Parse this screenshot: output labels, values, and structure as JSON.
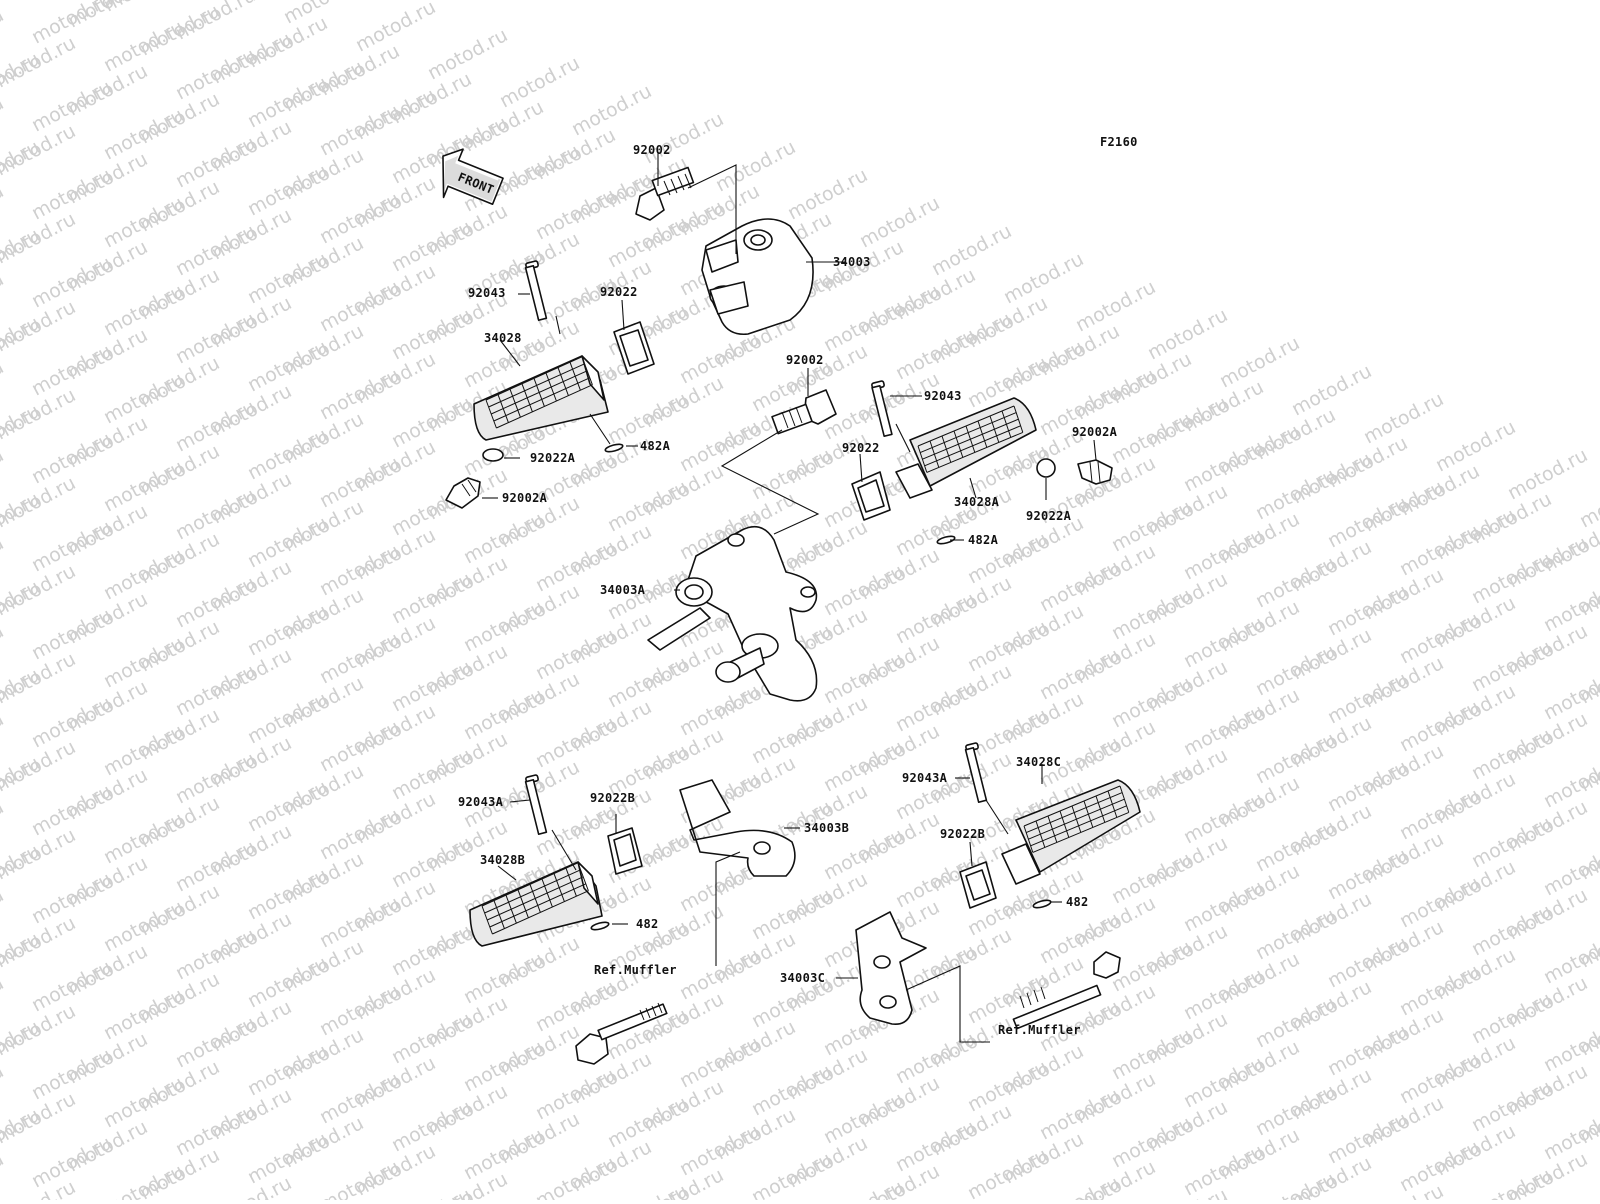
{
  "diagram": {
    "code": "F2160",
    "front_arrow_text": "FRONT",
    "watermark_text": "motod.ru",
    "parts": {
      "bolt_top": "92002",
      "bracket_front": "34003",
      "pin_front_l": "92043",
      "plate_front_l": "92022",
      "peg_front_l": "34028",
      "pinclip_front_l": "482A",
      "washer_front_l": "92022A",
      "bolt_small_l": "92002A",
      "bolt_mid": "92002",
      "pin_front_r": "92043",
      "plate_front_r": "92022",
      "bolt_small_r": "92002A",
      "peg_front_r": "34028A",
      "washer_front_r": "92022A",
      "pinclip_front_r": "482A",
      "bracket_front_main": "34003A",
      "pin_rear_l": "92043A",
      "plate_rear_l": "92022B",
      "bracket_rear_l": "34003B",
      "peg_rear_l": "34028B",
      "pinclip_rear_l": "482",
      "ref_muffler_l": "Ref.Muffler",
      "pin_rear_r": "92043A",
      "peg_rear_r": "34028C",
      "plate_rear_r": "92022B",
      "pinclip_rear_r": "482",
      "bracket_rear_r": "34003C",
      "ref_muffler_r": "Ref.Muffler"
    }
  }
}
